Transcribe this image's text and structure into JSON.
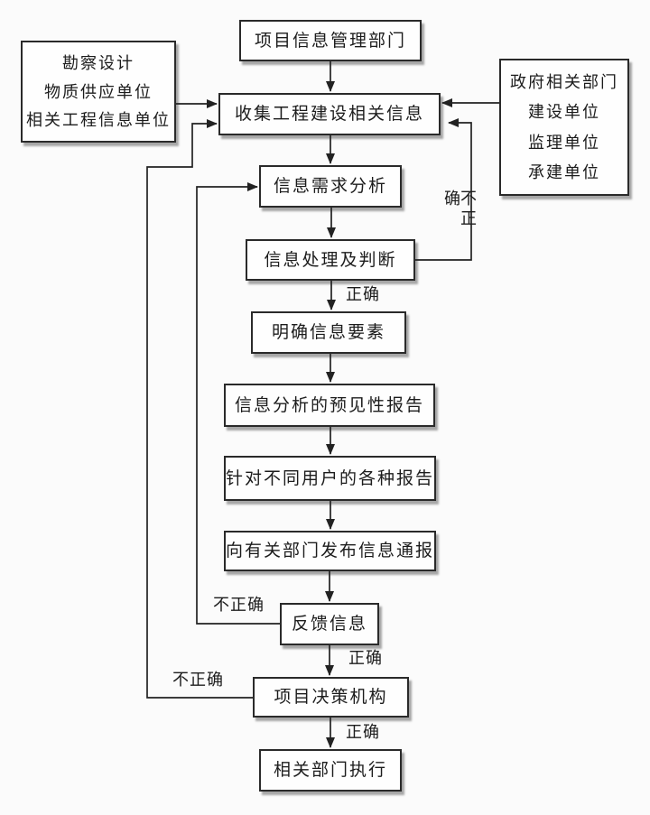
{
  "diagram": {
    "nodes": {
      "dept": "项目信息管理部门",
      "collect": "收集工程建设相关信息",
      "demand": "信息需求分析",
      "process": "信息处理及判断",
      "clarify": "明确信息要素",
      "forecast": "信息分析的预见性报告",
      "reports": "针对不同用户的各种报告",
      "notify": "向有关部门发布信息通报",
      "feedback": "反馈信息",
      "decision": "项目决策机构",
      "execute": "相关部门执行"
    },
    "left_sources": [
      "勘察设计",
      "物质供应单位",
      "相关工程信息单位"
    ],
    "right_sources": [
      "政府相关部门",
      "建设单位",
      "监理单位",
      "承建单位"
    ],
    "edge_labels": {
      "process_correct": "正确",
      "feedback_correct": "正确",
      "decision_correct": "正确",
      "process_incorrect": "不正确",
      "feedback_incorrect": "不正确",
      "decision_incorrect": "不正确"
    },
    "colors": {
      "line": "#222222",
      "box_border": "#2a2a2a",
      "box_background": "#fefefe",
      "page_background": "#fbfbfb",
      "text": "#1c1c1c"
    }
  }
}
